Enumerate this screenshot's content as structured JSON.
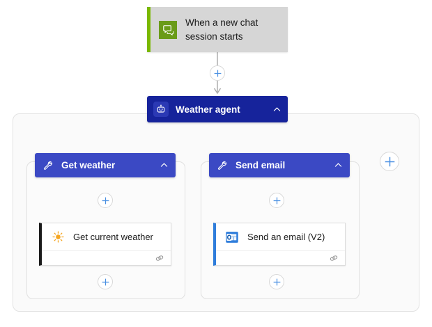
{
  "canvas": {
    "background": "#ffffff",
    "container_border": "#e2e2e2"
  },
  "trigger": {
    "title": "When a new chat session starts",
    "icon": "chat-bubbles-icon",
    "accent_color": "#7ab800",
    "icon_background": "#6a9b19",
    "card_background": "#d6d6d6"
  },
  "agent": {
    "label": "Weather agent",
    "icon": "bot-icon",
    "collapse_icon": "chevron-up-icon",
    "header_color": "#16239b"
  },
  "branches": [
    {
      "label": "Get weather",
      "icon": "wrench-icon",
      "collapse_icon": "chevron-up-icon",
      "header_color": "#3b49c4",
      "action": {
        "title": "Get current weather",
        "icon": "sun-icon",
        "accent_color": "#1b1b1b",
        "footer_icon": "link-icon"
      }
    },
    {
      "label": "Send email",
      "icon": "wrench-icon",
      "collapse_icon": "chevron-up-icon",
      "header_color": "#3b49c4",
      "action": {
        "title": "Send an email (V2)",
        "icon": "outlook-icon",
        "accent_color": "#2f7ddb",
        "footer_icon": "link-icon"
      }
    }
  ],
  "add_buttons": [
    {
      "name": "add-step-after-trigger",
      "icon": "plus-icon"
    },
    {
      "name": "add-step-in-get-weather-branch",
      "icon": "plus-icon"
    },
    {
      "name": "add-step-in-send-email-branch",
      "icon": "plus-icon"
    },
    {
      "name": "add-step-end-get-weather-branch",
      "icon": "plus-icon"
    },
    {
      "name": "add-step-end-send-email-branch",
      "icon": "plus-icon"
    },
    {
      "name": "add-branch",
      "icon": "plus-icon"
    }
  ],
  "colors": {
    "plus_stroke": "#4a90e2",
    "wire": "#a8a8a8",
    "agent_blue": "#16239b",
    "tool_blue": "#3b49c4",
    "sun_orange": "#f5a623",
    "outlook_blue": "#2f7ddb"
  }
}
